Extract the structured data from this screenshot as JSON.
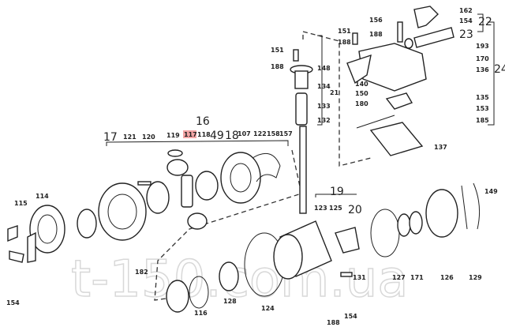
{
  "diagram": {
    "watermark": "t-150.com.ua",
    "highlight_color": "#f4a6a6",
    "highlighted_label": "117",
    "labels": [
      "162",
      "154",
      "22",
      "23",
      "156",
      "151",
      "188",
      "188",
      "193",
      "170",
      "136",
      "24",
      "151",
      "188",
      "148",
      "134",
      "21",
      "133",
      "132",
      "140",
      "150",
      "180",
      "135",
      "153",
      "185",
      "137",
      "16",
      "17",
      "121",
      "120",
      "119",
      "117",
      "118",
      "49",
      "18",
      "107",
      "122",
      "158",
      "157",
      "115",
      "114",
      "19",
      "20",
      "123",
      "125",
      "182",
      "154",
      "131",
      "127",
      "171",
      "126",
      "129",
      "149",
      "116",
      "128",
      "124",
      "188",
      "154"
    ]
  }
}
